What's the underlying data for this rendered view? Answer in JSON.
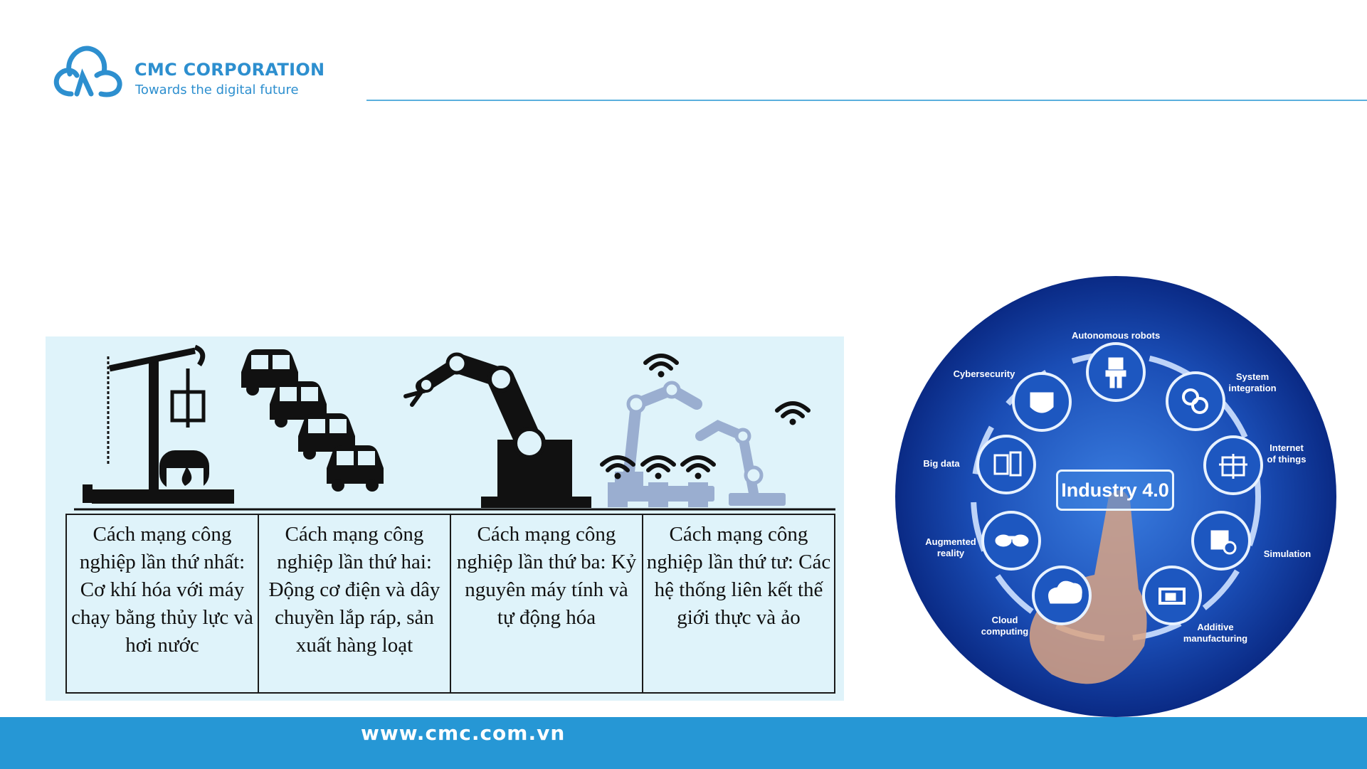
{
  "brand": {
    "name": "CMC CORPORATION",
    "tagline": "Towards the digital future",
    "logo_icon": "cmc-cloud-logo-icon",
    "color": "#2d8fcf"
  },
  "revolutions": [
    {
      "icon": "oil-pump-icon",
      "text": "Cách mạng công nghiệp lần thứ nhất: Cơ khí hóa với máy chạy bằng thủy lực và hơi nước"
    },
    {
      "icon": "assembly-line-cars-icon",
      "text": "Cách mạng công nghiệp lần thứ hai: Động cơ điện và dây chuyền lắp ráp, sản xuất hàng loạt"
    },
    {
      "icon": "robot-arm-icon",
      "text": "Cách mạng công nghiệp lần thứ ba: Kỷ nguyên máy tính và tự động hóa"
    },
    {
      "icon": "connected-robots-icon",
      "text": "Cách mạng công nghiệp lần thứ tư: Các hệ thống liên kết thế giới thực và ảo"
    }
  ],
  "industry40": {
    "center_label": "Industry 4.0",
    "features": {
      "autonomous_robots": "Autonomous robots",
      "system_integration": "System integration",
      "internet_of_things": "Internet of things",
      "simulation": "Simulation",
      "additive_manufacturing": "Additive manufacturing",
      "cloud_computing": "Cloud computing",
      "augmented_reality": "Augmented reality",
      "big_data": "Big data",
      "cybersecurity": "Cybersecurity"
    },
    "colors": {
      "outer": "#0b2e8a",
      "inner": "#2f6fd6"
    }
  },
  "footer": {
    "url": "www.cmc.com.vn",
    "color": "#2697d5"
  }
}
